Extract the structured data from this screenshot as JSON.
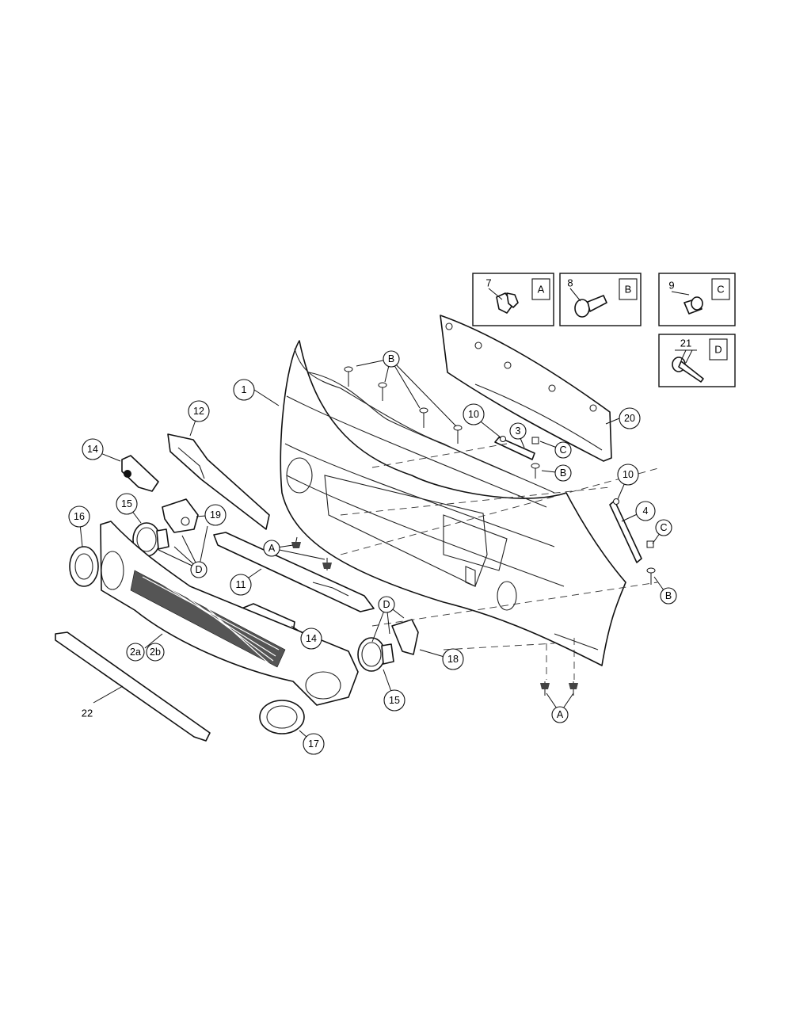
{
  "callouts": {
    "c1": "1",
    "c2a": "2a",
    "c2b": "2b",
    "c3": "3",
    "c4": "4",
    "c10a": "10",
    "c10b": "10",
    "c11": "11",
    "c12": "12",
    "c14a": "14",
    "c14b": "14",
    "c15a": "15",
    "c15b": "15",
    "c16": "16",
    "c17": "17",
    "c18": "18",
    "c19": "19",
    "c20": "20",
    "a1": "A",
    "a2": "A",
    "b1": "B",
    "b2": "B",
    "b3": "B",
    "cc1": "C",
    "cc2": "C",
    "d1": "D",
    "d2": "D",
    "label22": "22"
  },
  "insets": [
    {
      "part": "7",
      "letter": "A"
    },
    {
      "part": "8",
      "letter": "B"
    },
    {
      "part": "9",
      "letter": "C"
    },
    {
      "part": "21",
      "letter": "D"
    }
  ]
}
